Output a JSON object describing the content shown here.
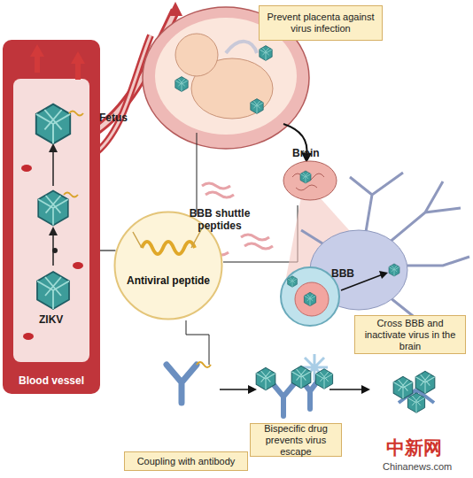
{
  "diagram": {
    "nodes": [
      {
        "text": [
          "Prevent placenta against virus infection"
        ]
      },
      {
        "text": [
          "Blood vessel"
        ]
      },
      {
        "text": [
          "Antiviral peptide"
        ]
      },
      {
        "text": [
          "Cross BBB and inactivate virus in the brain"
        ]
      },
      {
        "text": [
          "Bispecific drug prevents virus escape"
        ]
      },
      {
        "text": [
          "Coupling with antibody"
        ]
      }
    ],
    "edges": [
      {
        "from": 2,
        "to": 1,
        "arrow": "none"
      }
    ],
    "labels": [
      "Fetus",
      "Brain",
      "BBB shuttle peptides",
      "ZIKV",
      "BBB",
      "中新网",
      "Chinanews.com"
    ]
  }
}
